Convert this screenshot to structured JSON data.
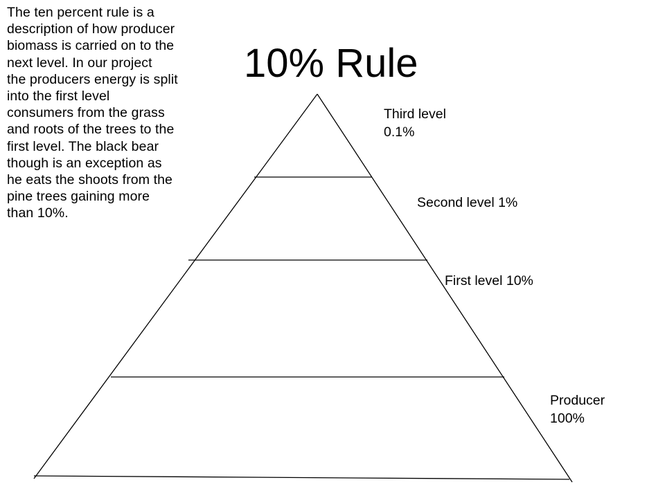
{
  "slide": {
    "title": "10% Rule",
    "description": "The ten percent rule is a\ndescription of how producer\nbiomass is carried on to the\nnext level.  In our project\nthe producers energy is split\ninto the first level\nconsumers from the grass\nand roots of the trees to the\nfirst level.  The black bear\nthough is an exception as\nhe eats the shoots from the\npine trees gaining more\nthan 10%."
  },
  "pyramid": {
    "levels": {
      "third": "Third level\n0.1%",
      "second": "Second level 1%",
      "first": "First level 10%",
      "producer": "Producer\n100%"
    },
    "line_color": "#000000"
  }
}
